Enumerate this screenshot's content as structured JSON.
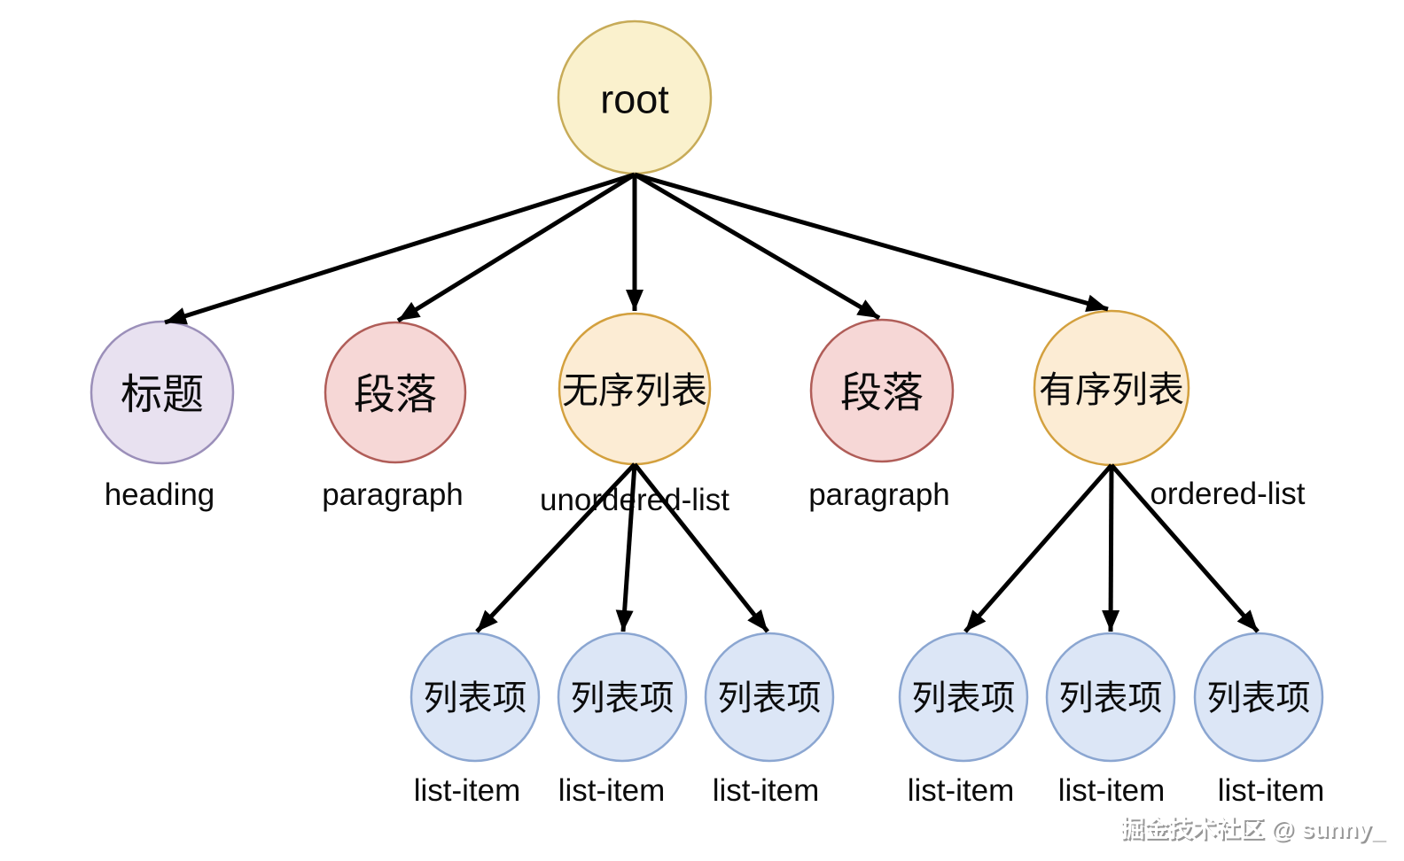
{
  "tree": {
    "root": {
      "label": "root"
    },
    "children": [
      {
        "label": "标题",
        "type": "heading"
      },
      {
        "label": "段落",
        "type": "paragraph"
      },
      {
        "label": "无序列表",
        "type": "unordered-list"
      },
      {
        "label": "段落",
        "type": "paragraph"
      },
      {
        "label": "有序列表",
        "type": "ordered-list"
      }
    ],
    "list_items": [
      {
        "label": "列表项",
        "type": "list-item"
      },
      {
        "label": "列表项",
        "type": "list-item"
      },
      {
        "label": "列表项",
        "type": "list-item"
      },
      {
        "label": "列表项",
        "type": "list-item"
      },
      {
        "label": "列表项",
        "type": "list-item"
      },
      {
        "label": "列表项",
        "type": "list-item"
      }
    ]
  },
  "watermark": {
    "text": "掘金技术社区 @ sunny_"
  },
  "colors": {
    "background": "#ffffff",
    "edge": "#000000",
    "root_fill": "#faf1cd",
    "root_stroke": "#c7ab58",
    "heading_fill": "#e8e1f0",
    "heading_stroke": "#9b8fb9",
    "paragraph_fill": "#f6d7d6",
    "paragraph_stroke": "#b05d58",
    "list_fill": "#fcecd4",
    "list_stroke": "#d3a03e",
    "list_item_fill": "#dce6f6",
    "list_item_stroke": "#8ba6d1",
    "watermark_text": "#ffffff"
  }
}
